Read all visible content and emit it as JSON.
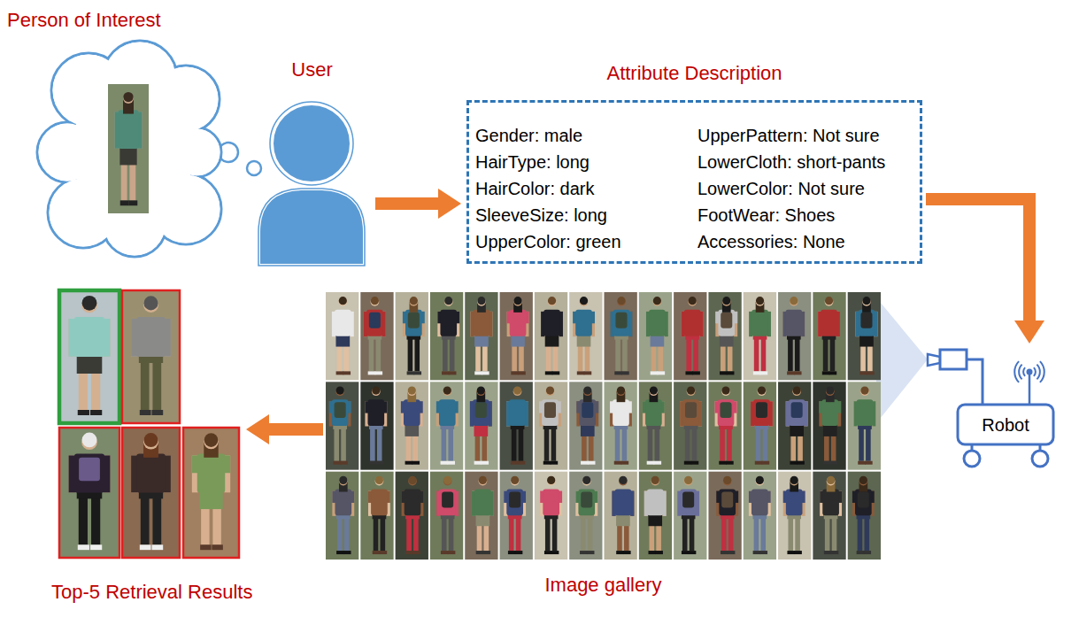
{
  "diagram": {
    "nodes": [
      {
        "text": [
          "Person of Interest"
        ]
      },
      {
        "text": [
          "User"
        ]
      },
      {
        "text": [
          "Attribute Description",
          "Gender: male",
          "HairType: long",
          "HairColor: dark",
          "SleeveSize: long",
          "UpperColor: green",
          "UpperPattern: Not sure",
          "LowerCloth: short-pants",
          "LowerColor: Not sure",
          "FootWear: Shoes",
          "Accessories: None"
        ]
      },
      {
        "text": [
          "Robot"
        ]
      },
      {
        "text": [
          "Image gallery"
        ]
      },
      {
        "text": [
          "Top-5 Retrieval Results"
        ]
      }
    ],
    "edges": [
      {
        "from": 1,
        "to": 2,
        "arrow": "to"
      },
      {
        "from": 2,
        "to": 3,
        "arrow": "to"
      },
      {
        "from": 4,
        "to": 5,
        "arrow": "to"
      }
    ]
  }
}
